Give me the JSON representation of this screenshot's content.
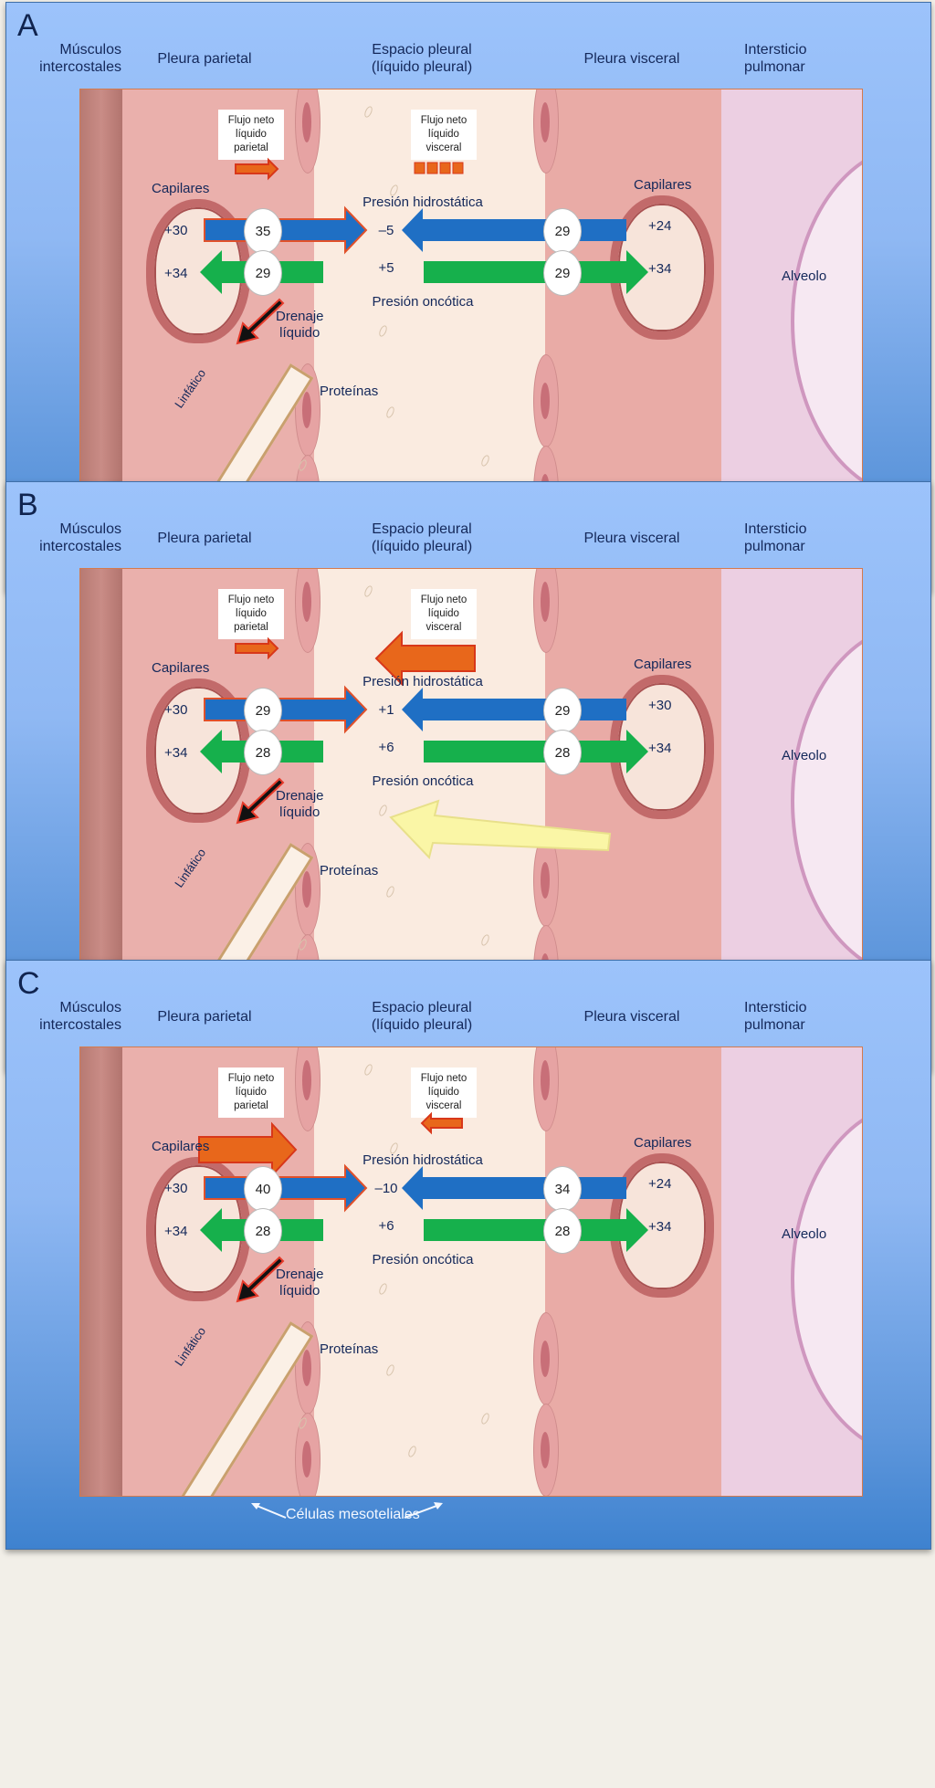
{
  "headers": {
    "muscles": "Músculos intercostales",
    "muscles_l1": "Músculos",
    "muscles_l2": "intercostales",
    "parietal": "Pleura parietal",
    "space_l1": "Espacio pleural",
    "space_l2": "(líquido pleural)",
    "visceral": "Pleura visceral",
    "inter_l1": "Intersticio",
    "inter_l2": "pulmonar"
  },
  "labels": {
    "capillaries": "Capilares",
    "hydrostatic": "Presión hidrostática",
    "oncotic": "Presión oncótica",
    "drain_l1": "Drenaje",
    "drain_l2": "líquido",
    "lymphatic": "Linfático",
    "proteins": "Proteínas",
    "alveolus": "Alveolo",
    "mesothelial": "Células mesoteliales",
    "flow_parietal": [
      "Flujo neto",
      "líquido",
      "parietal"
    ],
    "flow_visceral": [
      "Flujo neto",
      "líquido",
      "visceral"
    ]
  },
  "colors": {
    "hydrostatic_arrow": "#1f6fc4",
    "oncotic_arrow": "#16b04c",
    "flow_arrow": "#e8671b",
    "edema_arrow": "#faf6a6",
    "drain_arrow": "#111111"
  },
  "panels": [
    {
      "letter": "A",
      "parietal_cap_hydro": "+30",
      "parietal_cap_onco": "+34",
      "parietal_net_hydro": "35",
      "parietal_net_onco": "29",
      "space_hydro": "–5",
      "space_onco": "+5",
      "visceral_net_hydro": "29",
      "visceral_net_onco": "29",
      "visceral_cap_hydro": "+24",
      "visceral_cap_onco": "+34",
      "flow_parietal": "small-right",
      "flow_visceral": "dashed-none",
      "interstitial_flow": false
    },
    {
      "letter": "B",
      "parietal_cap_hydro": "+30",
      "parietal_cap_onco": "+34",
      "parietal_net_hydro": "29",
      "parietal_net_onco": "28",
      "space_hydro": "+1",
      "space_onco": "+6",
      "visceral_net_hydro": "29",
      "visceral_net_onco": "28",
      "visceral_cap_hydro": "+30",
      "visceral_cap_onco": "+34",
      "flow_parietal": "small-right",
      "flow_visceral": "large-left",
      "interstitial_flow": true
    },
    {
      "letter": "C",
      "parietal_cap_hydro": "+30",
      "parietal_cap_onco": "+34",
      "parietal_net_hydro": "40",
      "parietal_net_onco": "28",
      "space_hydro": "–10",
      "space_onco": "+6",
      "visceral_net_hydro": "34",
      "visceral_net_onco": "28",
      "visceral_cap_hydro": "+24",
      "visceral_cap_onco": "+34",
      "flow_parietal": "large-right",
      "flow_visceral": "small-left",
      "interstitial_flow": false
    }
  ]
}
